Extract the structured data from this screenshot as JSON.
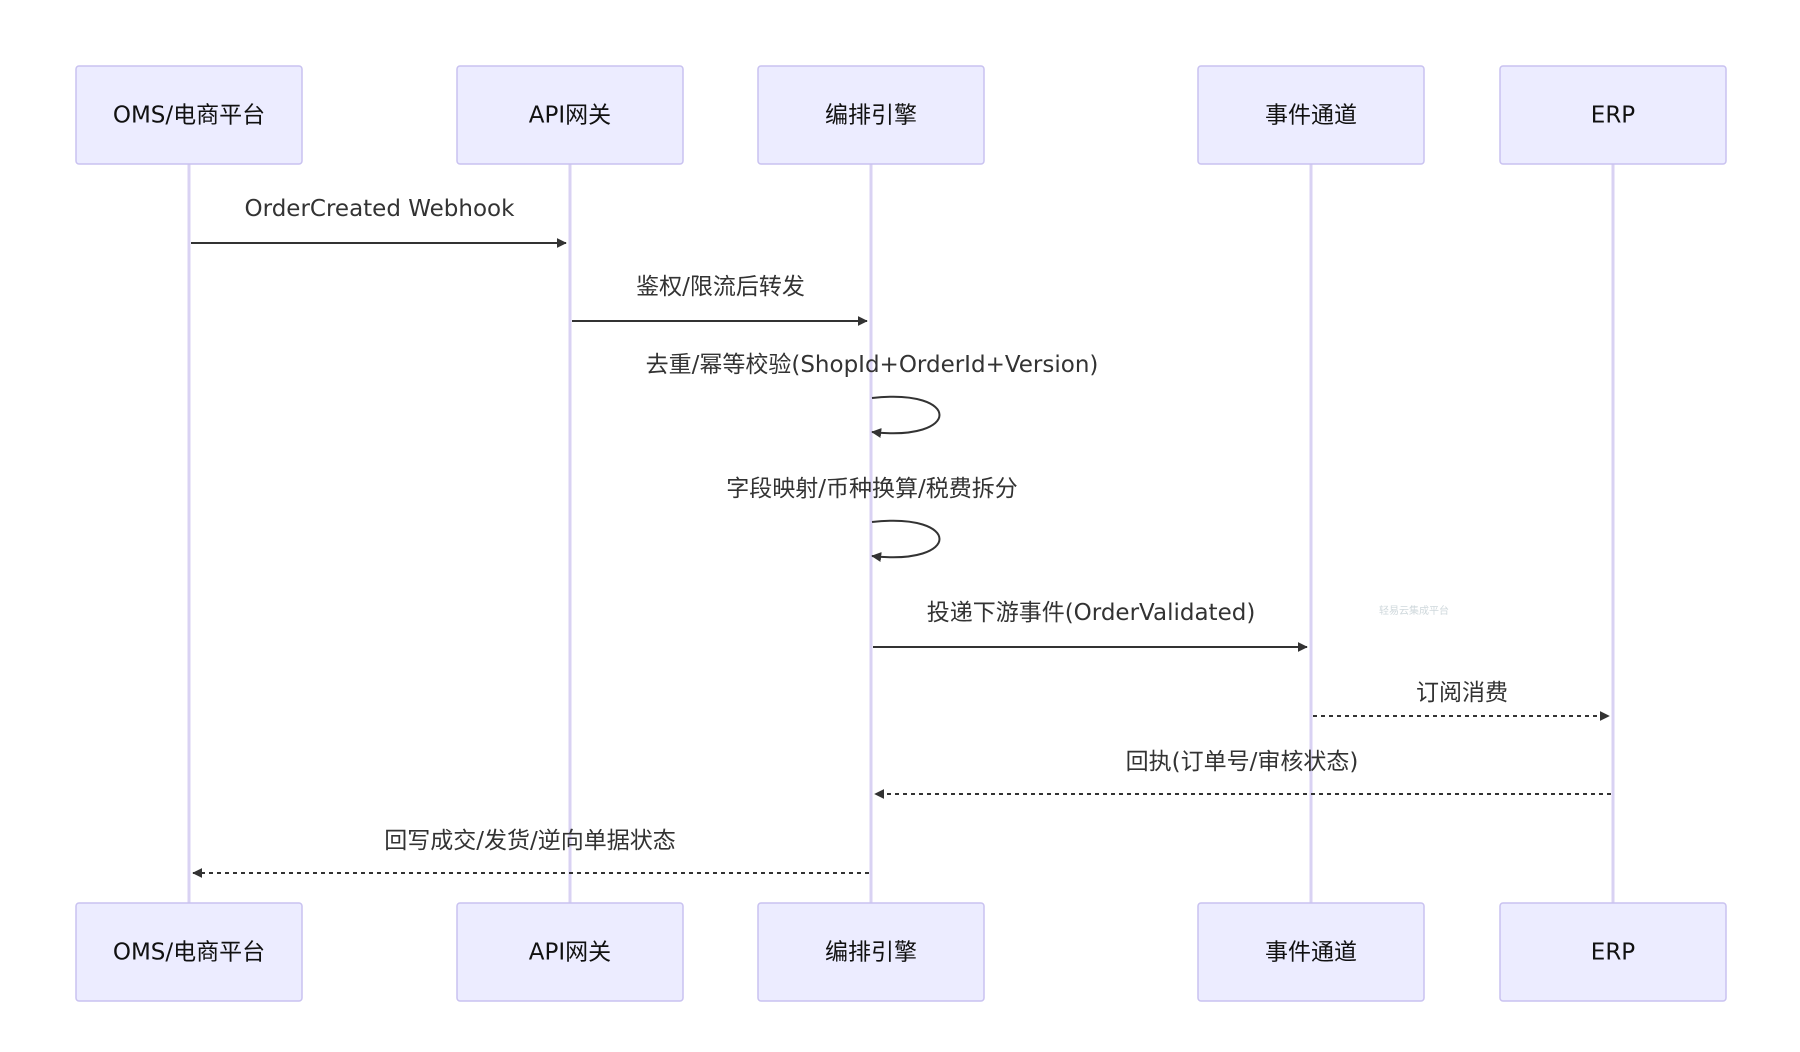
{
  "diagram": {
    "type": "sequence",
    "participants": [
      {
        "id": "oms",
        "label": "OMS/电商平台"
      },
      {
        "id": "gw",
        "label": "API网关"
      },
      {
        "id": "orch",
        "label": "编排引擎"
      },
      {
        "id": "evt",
        "label": "事件通道"
      },
      {
        "id": "erp",
        "label": "ERP"
      }
    ],
    "messages": [
      {
        "from": "oms",
        "to": "gw",
        "label": "OrderCreated Webhook",
        "style": "solid"
      },
      {
        "from": "gw",
        "to": "orch",
        "label": "鉴权/限流后转发",
        "style": "solid"
      },
      {
        "from": "orch",
        "to": "orch",
        "label": "去重/幂等校验(ShopId+OrderId+Version)",
        "style": "solid"
      },
      {
        "from": "orch",
        "to": "orch",
        "label": "字段映射/币种换算/税费拆分",
        "style": "solid"
      },
      {
        "from": "orch",
        "to": "evt",
        "label": "投递下游事件(OrderValidated)",
        "style": "solid"
      },
      {
        "from": "evt",
        "to": "erp",
        "label": "订阅消费",
        "style": "dotted"
      },
      {
        "from": "erp",
        "to": "orch",
        "label": "回执(订单号/审核状态)",
        "style": "dotted"
      },
      {
        "from": "orch",
        "to": "oms",
        "label": "回写成交/发货/逆向单据状态",
        "style": "dotted"
      }
    ],
    "watermark": "轻易云集成平台",
    "colors": {
      "actor_fill": "#ECECFF",
      "actor_stroke": "#C9C2F0",
      "lifeline": "#D9D2F3",
      "line": "#333333"
    }
  }
}
